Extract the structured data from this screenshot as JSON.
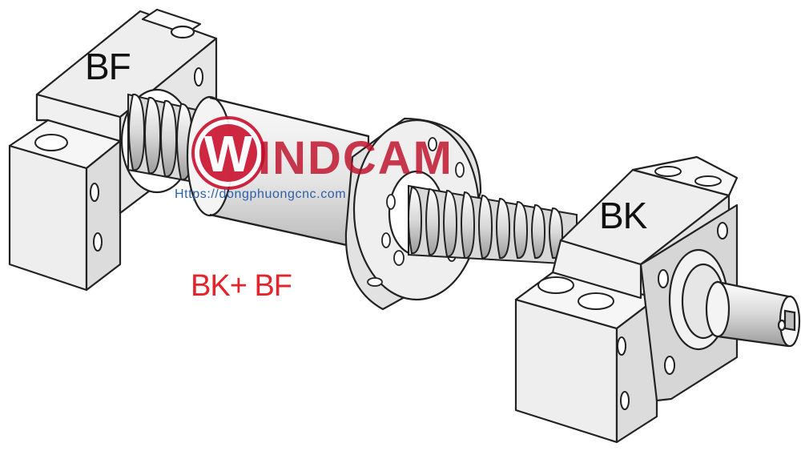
{
  "labels": {
    "bf": "BF",
    "bk": "BK",
    "combo": "BK+ BF"
  },
  "watermark": {
    "w_letter": "W",
    "brand_rest": "INDCAM",
    "url": "Https://dongphuongcnc.com"
  },
  "colors": {
    "line": "#222222",
    "body_fill": "#eeeeee",
    "combo_label": "#e3242b",
    "watermark_red": "#c8102e",
    "watermark_url": "#2d5fa8"
  }
}
